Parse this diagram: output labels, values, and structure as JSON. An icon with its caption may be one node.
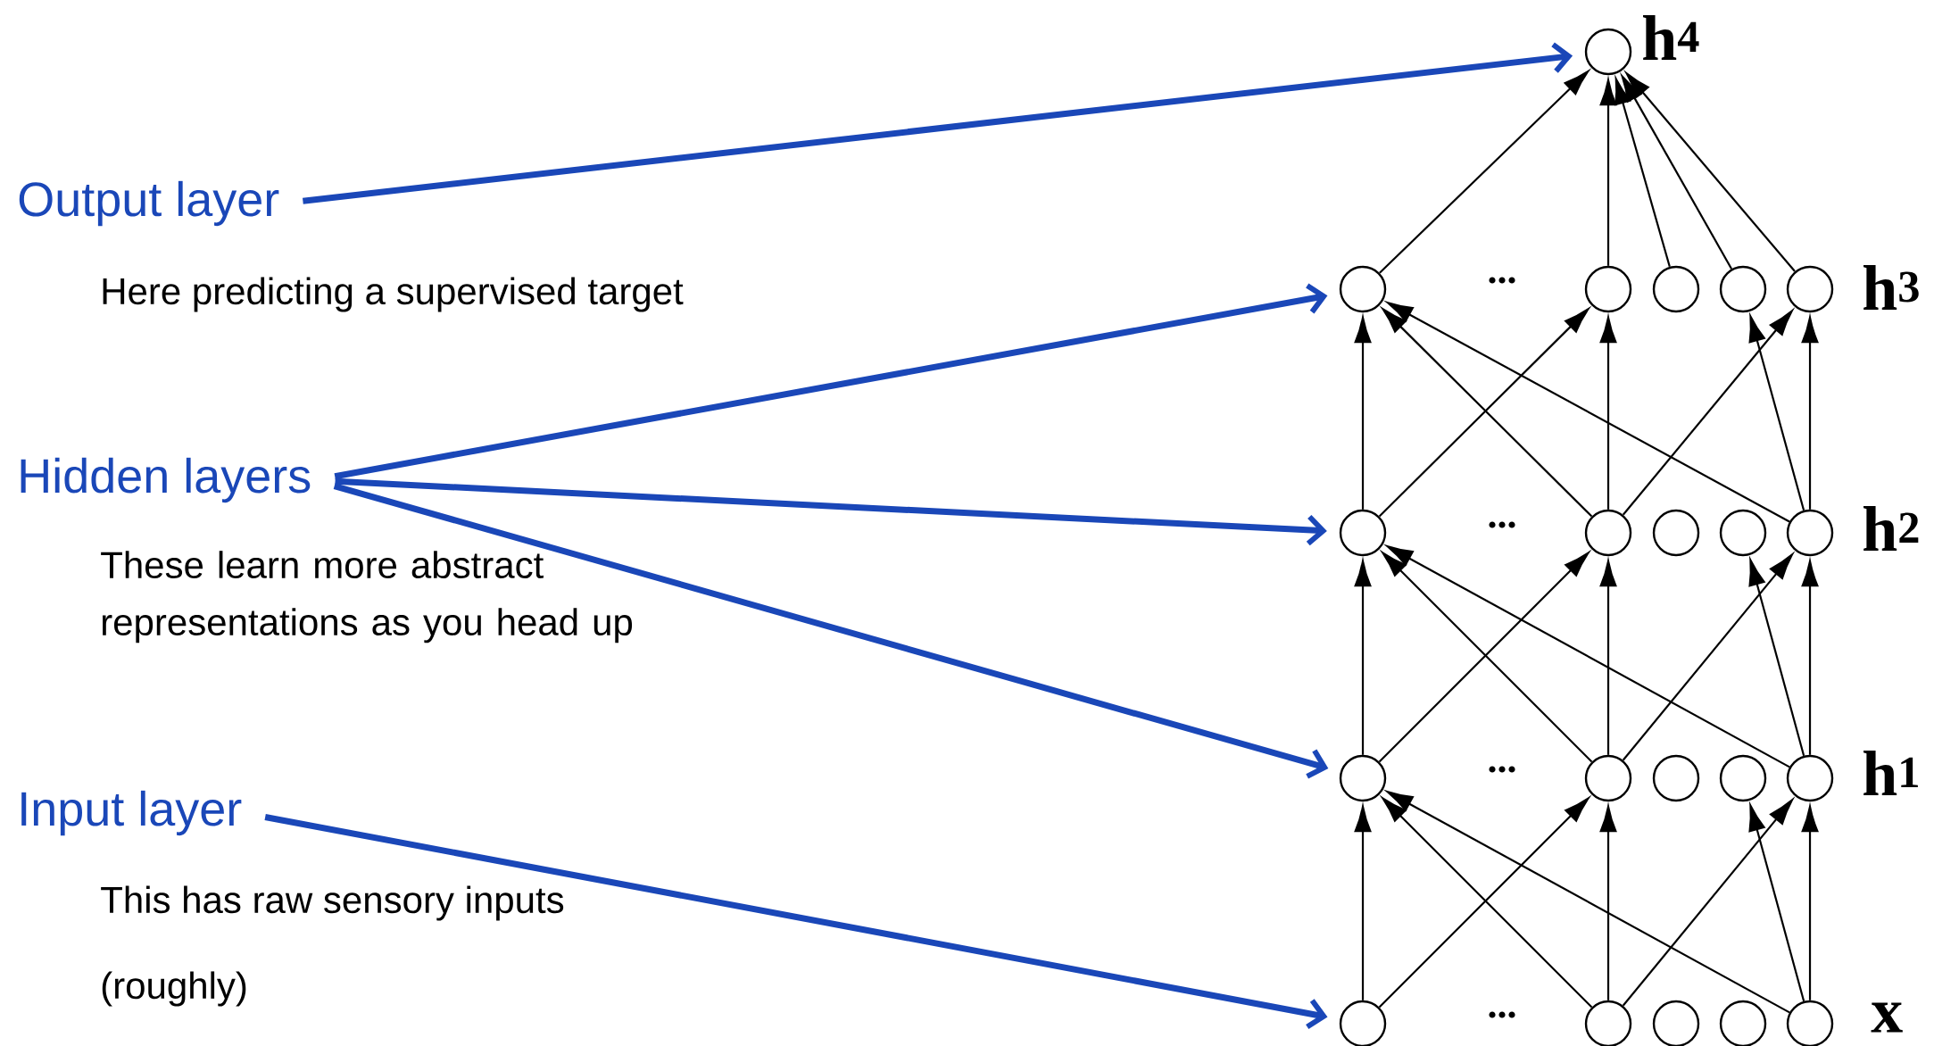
{
  "diagram": {
    "nodes": [
      {
        "text": [
          "Output layer"
        ]
      },
      {
        "text": [
          "Hidden layers"
        ]
      },
      {
        "text": [
          "Input layer"
        ]
      },
      {
        "text": [],
        "shape": "circle"
      },
      {
        "text": [],
        "shape": "circle"
      },
      {
        "text": [],
        "shape": "circle"
      },
      {
        "text": [],
        "shape": "circle"
      },
      {
        "text": [],
        "shape": "circle"
      },
      {
        "text": [],
        "shape": "circle"
      },
      {
        "text": [],
        "shape": "circle"
      },
      {
        "text": [],
        "shape": "circle"
      },
      {
        "text": [],
        "shape": "circle"
      },
      {
        "text": [],
        "shape": "circle"
      },
      {
        "text": [],
        "shape": "circle"
      },
      {
        "text": [],
        "shape": "circle"
      },
      {
        "text": [],
        "shape": "circle"
      },
      {
        "text": [],
        "shape": "circle"
      },
      {
        "text": [],
        "shape": "circle"
      },
      {
        "text": [],
        "shape": "circle"
      },
      {
        "text": [],
        "shape": "circle"
      },
      {
        "text": [],
        "shape": "circle"
      },
      {
        "text": [],
        "shape": "circle"
      },
      {
        "text": [],
        "shape": "circle"
      },
      {
        "text": [],
        "shape": "circle"
      }
    ],
    "edges": [
      {
        "from": 0,
        "to": 3,
        "arrow": "to",
        "style": "thick",
        "color": "#1a47b8"
      },
      {
        "from": 1,
        "to": 4,
        "arrow": "to",
        "style": "thick",
        "color": "#1a47b8"
      },
      {
        "from": 1,
        "to": 9,
        "arrow": "to",
        "style": "thick",
        "color": "#1a47b8"
      },
      {
        "from": 1,
        "to": 14,
        "arrow": "to",
        "style": "thick",
        "color": "#1a47b8"
      },
      {
        "from": 2,
        "to": 19,
        "arrow": "to",
        "style": "thick",
        "color": "#1a47b8"
      },
      {
        "from": 4,
        "to": 3,
        "arrow": "to"
      },
      {
        "from": 5,
        "to": 3,
        "arrow": "to"
      },
      {
        "from": 6,
        "to": 3,
        "arrow": "to"
      },
      {
        "from": 7,
        "to": 3,
        "arrow": "to"
      },
      {
        "from": 8,
        "to": 3,
        "arrow": "to"
      },
      {
        "from": 9,
        "to": 4,
        "arrow": "to"
      },
      {
        "from": 9,
        "to": 5,
        "arrow": "to"
      },
      {
        "from": 10,
        "to": 4,
        "arrow": "to"
      },
      {
        "from": 10,
        "to": 5,
        "arrow": "to"
      },
      {
        "from": 10,
        "to": 8,
        "arrow": "to"
      },
      {
        "from": 13,
        "to": 4,
        "arrow": "to"
      },
      {
        "from": 13,
        "to": 7,
        "arrow": "to"
      },
      {
        "from": 13,
        "to": 8,
        "arrow": "to"
      },
      {
        "from": 14,
        "to": 9,
        "arrow": "to"
      },
      {
        "from": 14,
        "to": 10,
        "arrow": "to"
      },
      {
        "from": 15,
        "to": 9,
        "arrow": "to"
      },
      {
        "from": 15,
        "to": 10,
        "arrow": "to"
      },
      {
        "from": 15,
        "to": 13,
        "arrow": "to"
      },
      {
        "from": 18,
        "to": 9,
        "arrow": "to"
      },
      {
        "from": 18,
        "to": 12,
        "arrow": "to"
      },
      {
        "from": 18,
        "to": 13,
        "arrow": "to"
      },
      {
        "from": 19,
        "to": 14,
        "arrow": "to"
      },
      {
        "from": 19,
        "to": 15,
        "arrow": "to"
      },
      {
        "from": 20,
        "to": 14,
        "arrow": "to"
      },
      {
        "from": 20,
        "to": 15,
        "arrow": "to"
      },
      {
        "from": 20,
        "to": 18,
        "arrow": "to"
      },
      {
        "from": 23,
        "to": 14,
        "arrow": "to"
      },
      {
        "from": 23,
        "to": 17,
        "arrow": "to"
      },
      {
        "from": 23,
        "to": 18,
        "arrow": "to"
      }
    ],
    "labels": [
      "h$^{4}$",
      "Here predicting a supervised target",
      "...",
      "h$^{3}$",
      "...",
      "h$^{2}$",
      "These learn more abstract representations as you head up",
      "...",
      "h$^{1}$",
      "This has raw sensory inputs",
      "(roughly)",
      "...",
      "x"
    ]
  }
}
